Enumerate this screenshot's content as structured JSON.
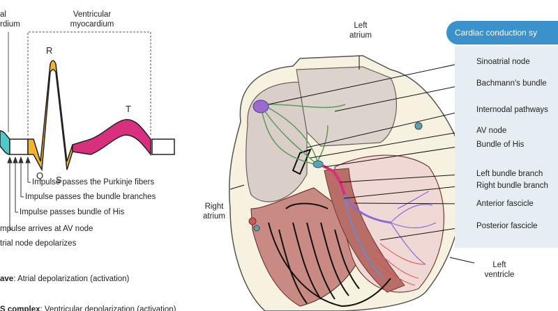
{
  "ecg": {
    "label_atrial_myocardium_partial": "al\nrdium",
    "label_ventricular_myocardium": "Ventricular\nmyocardium",
    "wave_R": "R",
    "wave_Q": "Q",
    "wave_S": "S",
    "wave_T": "T",
    "events": [
      "Impulse passes the Purkinje fibers",
      "Impulse passes the bundle branches",
      "Impulse passes bundle of His",
      "mpulse arrives at AV node",
      "trial node depolarizes"
    ],
    "notes": [
      {
        "term": "ave",
        "text": ": Atrial depolarization (activation)"
      },
      {
        "term": "S complex",
        "text": ": Ventricular depolarization (activation)"
      }
    ]
  },
  "heart": {
    "left_atrium": "Left\natrium",
    "right_atrium": "Right\natrium",
    "left_ventricle": "Left\nventricle"
  },
  "legend": {
    "title": "Cardiac conduction sy",
    "items": [
      "Sinoatrial node",
      "Bachmann's bundle",
      "Internodal pathways",
      "AV node",
      "Bundle of His",
      "Left bundle branch",
      "Right bundle branch",
      "Anterior fascicle",
      "Posterior fascicle"
    ]
  },
  "colors": {
    "p_wave": "#52c7c9",
    "qrs": "#f2b531",
    "st": "#d92f7f",
    "header": "#3b91c9",
    "panel": "#e6eef3"
  }
}
